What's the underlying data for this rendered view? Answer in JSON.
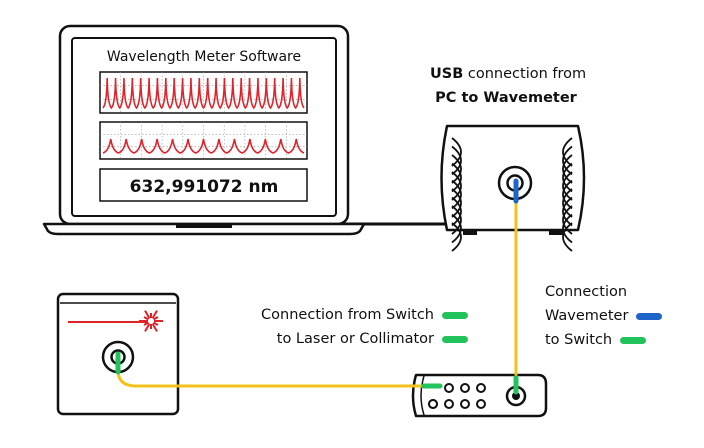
{
  "laptop": {
    "screen_title": "Wavelength Meter Software",
    "readout": "632,991072 nm"
  },
  "usb_label": {
    "line1_bold": "USB",
    "line1_rest": " connection from",
    "line2": "PC to Wavemeter"
  },
  "switch_label": {
    "line1": "Connection from Switch",
    "line2": "to Laser or Collimator"
  },
  "wavemeter_label": {
    "line1": "Connection",
    "line2": "Wavemeter",
    "line3": "to Switch"
  },
  "colors": {
    "spectrum": "#e0222a",
    "fiber": "#f2c11a",
    "fiber_wavemeter": "#1f64c8",
    "fiber_switch": "#22c35a",
    "outline": "#111111",
    "laser_beam": "#e0222a"
  }
}
